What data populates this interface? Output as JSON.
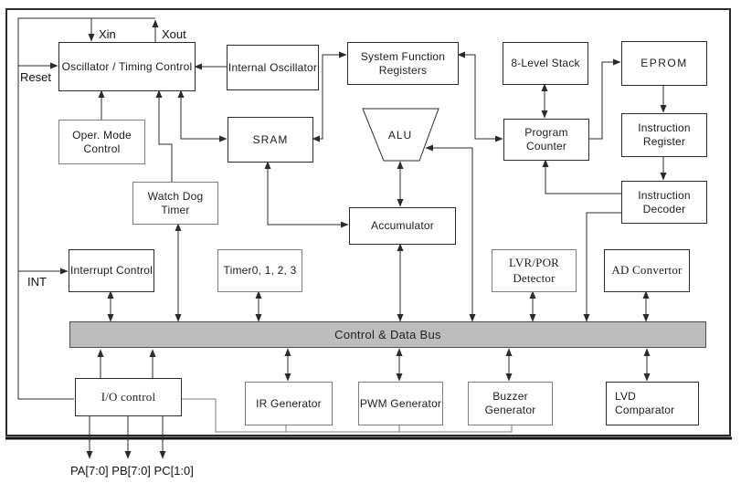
{
  "diagram": {
    "pins": {
      "xin": "Xin",
      "xout": "Xout",
      "reset": "Reset",
      "int": "INT",
      "ports": "PA[7:0] PB[7:0] PC[1:0]"
    },
    "bus": {
      "label": "Control & Data Bus"
    },
    "blocks": {
      "oscillator": "Oscillator / Timing Control",
      "internal_oscillator": "Internal Oscillator",
      "system_function_registers": "System Function Registers",
      "stack": "8-Level Stack",
      "eprom": "EPROM",
      "oper_mode": "Oper. Mode Control",
      "sram": "SRAM",
      "program_counter": "Program Counter",
      "instruction_register": "Instruction Register",
      "watch_dog": "Watch Dog Timer",
      "instruction_decoder": "Instruction Decoder",
      "alu": "ALU",
      "accumulator": "Accumulator",
      "interrupt": "Interrupt Control",
      "timers": "Timer0, 1, 2, 3",
      "lvr_por": "LVR/POR Detector",
      "ad_convertor": "AD Convertor",
      "io_control": "I/O control",
      "ir_generator": "IR Generator",
      "pwm_generator": "PWM Generator",
      "buzzer_generator": "Buzzer Generator",
      "lvd_comparator": "LVD Comparator"
    },
    "colors": {
      "line": "#2b2b2b",
      "bus_fill": "#bdbdbd"
    }
  }
}
